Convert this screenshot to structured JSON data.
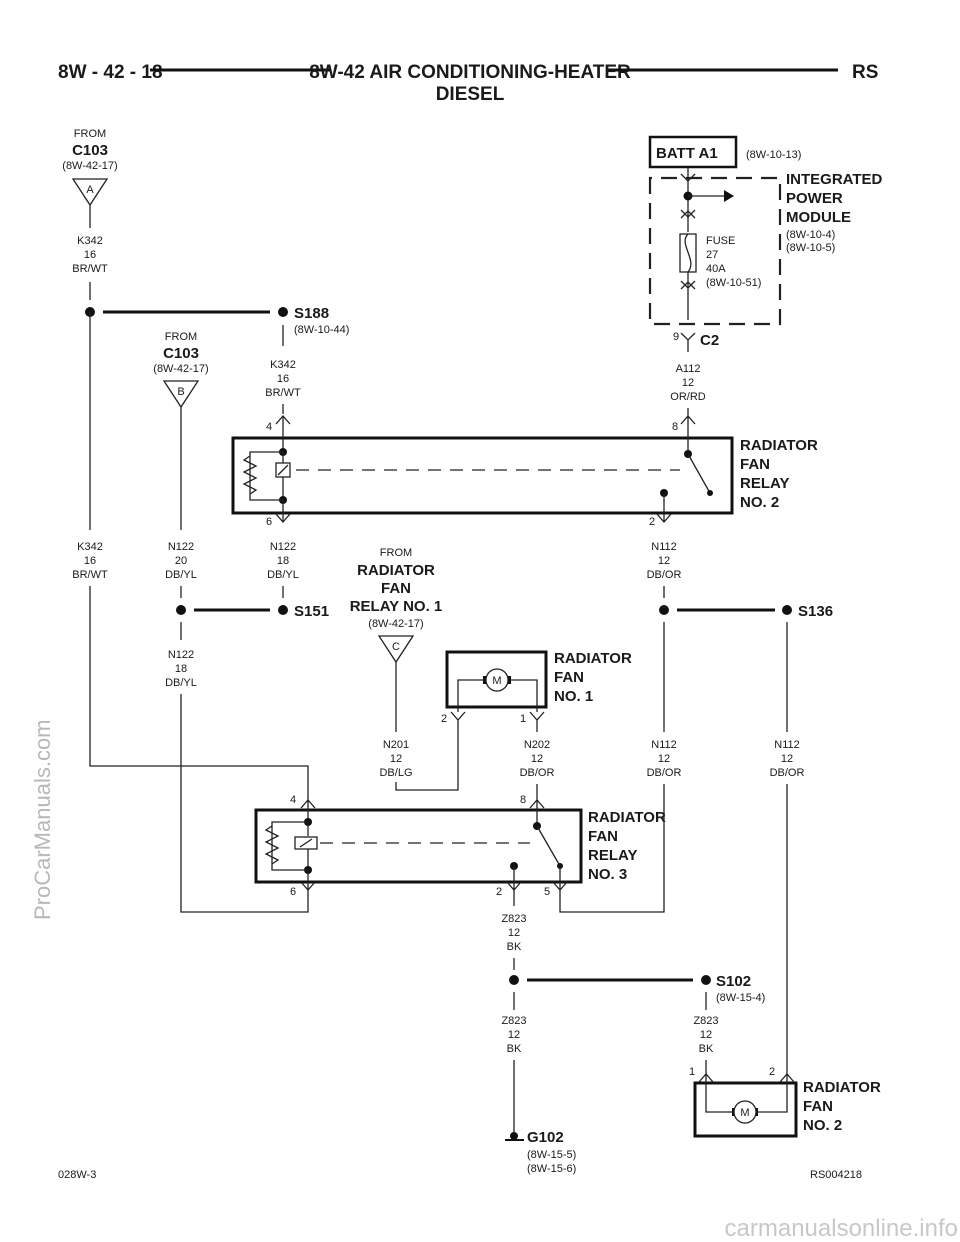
{
  "header": {
    "page": "8W - 42 - 18",
    "title": "8W-42 AIR CONDITIONING-HEATER",
    "subtitle": "DIESEL",
    "section": "RS"
  },
  "footer": {
    "left": "028W-3",
    "right": "RS004218"
  },
  "watermark": {
    "side": "ProCarManuals.com",
    "bottom": "carmanualsonline.info"
  },
  "connectors": {
    "a": {
      "from": "FROM",
      "name": "C103",
      "ref": "(8W-42-17)",
      "letter": "A"
    },
    "b": {
      "from": "FROM",
      "name": "C103",
      "ref": "(8W-42-17)",
      "letter": "B"
    },
    "c": {
      "from": "FROM",
      "line1": "RADIATOR",
      "line2": "FAN",
      "line3": "RELAY NO. 1",
      "ref": "(8W-42-17)",
      "letter": "C"
    }
  },
  "batt": {
    "label": "BATT A1",
    "ref": "(8W-10-13)"
  },
  "ipm": {
    "line1": "INTEGRATED",
    "line2": "POWER",
    "line3": "MODULE",
    "ref1": "(8W-10-4)",
    "ref2": "(8W-10-5)",
    "fuse": "FUSE",
    "fuse_no": "27",
    "fuse_amp": "40A",
    "fuse_ref": "(8W-10-51)",
    "pin": "9",
    "conn": "C2"
  },
  "splices": {
    "s188": {
      "label": "S188",
      "ref": "(8W-10-44)"
    },
    "s151": {
      "label": "S151"
    },
    "s136": {
      "label": "S136"
    },
    "s102": {
      "label": "S102",
      "ref": "(8W-15-4)"
    }
  },
  "ground": {
    "label": "G102",
    "ref1": "(8W-15-5)",
    "ref2": "(8W-15-6)"
  },
  "wires": {
    "k342_top": [
      "K342",
      "16",
      "BR/WT"
    ],
    "k342_mid": [
      "K342",
      "16",
      "BR/WT"
    ],
    "k342_left": [
      "K342",
      "16",
      "BR/WT"
    ],
    "a112": [
      "A112",
      "12",
      "OR/RD"
    ],
    "n122_20": [
      "N122",
      "20",
      "DB/YL"
    ],
    "n122_18a": [
      "N122",
      "18",
      "DB/YL"
    ],
    "n122_18b": [
      "N122",
      "18",
      "DB/YL"
    ],
    "n112_a": [
      "N112",
      "12",
      "DB/OR"
    ],
    "n112_b": [
      "N112",
      "12",
      "DB/OR"
    ],
    "n112_c": [
      "N112",
      "12",
      "DB/OR"
    ],
    "n201": [
      "N201",
      "12",
      "DB/LG"
    ],
    "n202": [
      "N202",
      "12",
      "DB/OR"
    ],
    "z823_a": [
      "Z823",
      "12",
      "BK"
    ],
    "z823_b": [
      "Z823",
      "12",
      "BK"
    ],
    "z823_c": [
      "Z823",
      "12",
      "BK"
    ]
  },
  "relay2": {
    "line1": "RADIATOR",
    "line2": "FAN",
    "line3": "RELAY",
    "line4": "NO. 2",
    "pin_tl": "4",
    "pin_tr": "8",
    "pin_bl": "6",
    "pin_br": "2"
  },
  "relay3": {
    "line1": "RADIATOR",
    "line2": "FAN",
    "line3": "RELAY",
    "line4": "NO. 3",
    "pin_tl": "4",
    "pin_tr": "8",
    "pin_bl": "6",
    "pin_bm": "2",
    "pin_br": "5"
  },
  "fan1": {
    "line1": "RADIATOR",
    "line2": "FAN",
    "line3": "NO. 1",
    "motor": "M",
    "pin_l": "2",
    "pin_r": "1"
  },
  "fan2": {
    "line1": "RADIATOR",
    "line2": "FAN",
    "line3": "NO. 2",
    "motor": "M",
    "pin_l": "1",
    "pin_r": "2"
  }
}
